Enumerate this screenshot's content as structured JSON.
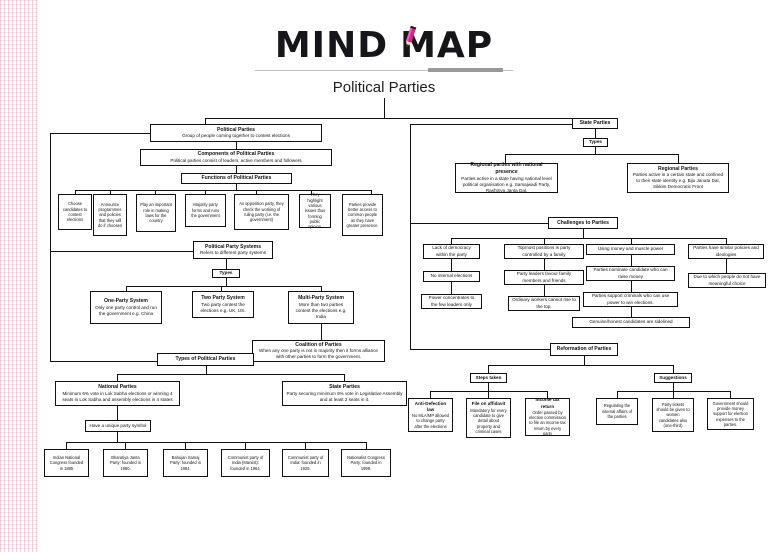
{
  "header": {
    "title_word1": "MIND",
    "title_word2": "MAP",
    "pencil_icon": "pencil-icon",
    "subtitle": "Political Parties"
  },
  "left_branch": {
    "root": {
      "title": "Political Parties",
      "desc": "Group of people coming together to contest elections"
    },
    "components": {
      "title": "Components of Political Parties",
      "desc": "Political parties consist of leaders, active members and followers"
    },
    "functions_header": "Functions of Political Parties",
    "functions": [
      "Choose candidates to contest elections",
      "Announce programmes and policies that they will do if choosen",
      "Play an important role in making laws for the country",
      "Majority party forms and runs the government",
      "As opposition party, they check the working of ruling party (i.e. the government)",
      "They highlight various issues thus forming public opinion.",
      "Parties provide better access to common people as they have greater presence."
    ],
    "party_systems": {
      "title": "Political Party Systems",
      "desc": "Refers to different party systems"
    },
    "types_label": "Types",
    "systems": [
      {
        "title": "One-Party System",
        "desc": "Only one party control and run the government e.g. China"
      },
      {
        "title": "Two Party System",
        "desc": "Two party contest the elections e.g. UK, US."
      },
      {
        "title": "Multi-Party System",
        "desc": "More than two parties contest the elections e.g. India"
      }
    ],
    "coalition": {
      "title": "Coalition of Parties",
      "desc": "When any one party is not in majority then it forms alliance with other parties to form the government."
    },
    "types_of_parties_header": "Types of Political Parties",
    "national": {
      "title": "National Parties",
      "desc": "Minimum 6% vote in Lok Sabha elections or winning 4 seats in Lok Sabha and assembly elections in 4 states"
    },
    "state": {
      "title": "State Parties",
      "desc": "Party securing minimum 6% vote in Legislative Assembly and at least 2 seats in it."
    },
    "symbol_note": "Have a unique party symbol",
    "national_party_list": [
      "Indian National Congress founded in 1885",
      "Bharatiya Janta Party: founded in 1980.",
      "Bahujan Samaj Party: founded in 1984.",
      "Communist party of India (Marxist): founded in 1964.",
      "Communist party of India: founded in 1925.",
      "Nationalist Congress Party: founded in 1999."
    ]
  },
  "right_branch": {
    "state_parties_header": "State Parties",
    "types_label": "Types",
    "state_types": [
      {
        "title": "Regional parties with national presence",
        "desc": "Parties active in a state having national level political organisation e.g. Samajwadi Party, Rashtriya Janta Dal."
      },
      {
        "title": "Regional Parties",
        "desc": "Parties active in a certain state and confined to their state identity e.g. Biju Janata Dal, Sikkim Democratic Front"
      }
    ],
    "challenges_header": "Challenges to Parties",
    "challenge_chains": [
      [
        "Lack of democracy within the party",
        "No internal elections",
        "Power concentrates to the few leaders only"
      ],
      [
        "Topmost positions is party controlled by a family",
        "Party leaders favour family members and friends",
        "Ordinary workers cannot rise to the top."
      ],
      [
        "Using money and muscle power",
        "Parties nominate candidate who can raise money",
        "Parties support criminals who can  use power to win  elections."
      ],
      [
        "Parties have similar policies and ideologies",
        "Due to which people do not have meaningful choice"
      ]
    ],
    "challenge_footer": "Genuine/honest candidates are sidelined",
    "reformation_header": "Reformation of Parties",
    "steps_label": "Steps taken",
    "suggestions_label": "Suggestions",
    "steps": [
      {
        "title": "Anti-Defection law",
        "desc": "No MLA/MP allowed to change party after the elections"
      },
      {
        "title": "File on affidavit",
        "desc": "Mandatory for every candidate to give detail about property and criminal cases"
      },
      {
        "title": "Income tax return",
        "desc": "Order passed by election commission to file an income tax return by every party"
      }
    ],
    "suggestions": [
      "Regulating the internal affairs of the parties",
      "Party tickets should be given to women candidates also (one-third)",
      "Government should provide money support for election expenses to the parties."
    ]
  },
  "colors": {
    "accent_pink": "#d6248f",
    "ink": "#111111",
    "rule_gray": "#9a9a9a",
    "stripe": "#e296aa"
  }
}
